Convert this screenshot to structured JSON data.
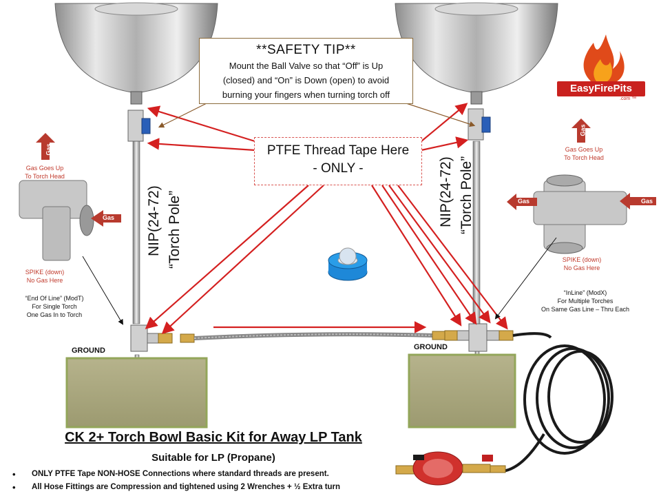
{
  "safety_tip": {
    "title": "**SAFETY TIP**",
    "line1": "Mount  the Ball Valve so that “Off” is Up",
    "line2": "(closed) and “On” is Down (open) to avoid",
    "line3": "burning your fingers when turning torch off"
  },
  "ptfe": {
    "line1": "PTFE Thread Tape Here",
    "line2": "- ONLY -"
  },
  "left_pole": {
    "line1": "NIP(24-72)",
    "line2": "“Torch Pole”"
  },
  "right_pole": {
    "line1": "NIP(24-72)",
    "line2": "“Torch Pole”"
  },
  "left_fitting": {
    "gas_up_arrow": "Gas",
    "gas_goes_up": "Gas Goes Up",
    "to_torch_head": "To Torch Head",
    "gas_in_arrow": "Gas",
    "spike_down": "SPIKE (down)",
    "no_gas_here": "No Gas Here",
    "mod_name": "“End Of Line” (ModT)",
    "mod_line2": "For Single Torch",
    "mod_line3": "One Gas In to Torch"
  },
  "right_fitting": {
    "gas_up_arrow": "Gas",
    "gas_goes_up": "Gas Goes Up",
    "to_torch_head": "To Torch Head",
    "gas_left_arrow": "Gas",
    "gas_right_arrow": "Gas",
    "spike_down": "SPIKE (down)",
    "no_gas_here": "No Gas Here",
    "mod_name": "“InLine” (ModX)",
    "mod_line2": "For Multiple Torches",
    "mod_line3": "On Same Gas Line – Thru Each"
  },
  "ground_left": "GROUND",
  "ground_right": "GROUND",
  "logo": {
    "word": "EasyFirePits",
    "com": ".com ™"
  },
  "kit_title": "CK 2+ Torch Bowl Basic Kit for Away LP Tank",
  "kit_subtitle": "Suitable for LP (Propane)",
  "bullets": [
    "ONLY PTFE Tape NON-HOSE Connections where standard threads are present.",
    "All Hose Fittings are Compression and tightened using 2 Wrenches + ½ Extra turn"
  ],
  "colors": {
    "arrow_red": "#d42020",
    "gas_arrow": "#b83a2e",
    "ground_green": "#93a65a",
    "ground_fill": "#a7a67a",
    "valve_blue": "#2a5fb8",
    "tape_blue": "#1e88d8"
  }
}
